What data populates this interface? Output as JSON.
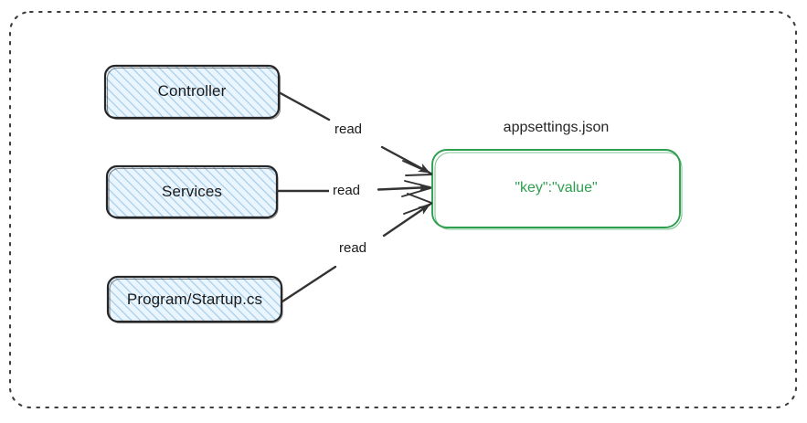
{
  "diagram": {
    "title": "",
    "container": {
      "border_style": "dotted",
      "border_color": "#3d3d3d"
    },
    "colors": {
      "source_fill": "#e9f4fd",
      "source_hatch": "#a8cfec",
      "source_stroke": "#262626",
      "target_stroke": "#2e9e4f",
      "target_text": "#2e9e4f",
      "target_fill": "#ffffff",
      "arrow": "#333333",
      "label_text": "#1a1a1a",
      "canvas": "#ffffff"
    },
    "source_nodes": [
      {
        "id": "controller",
        "label": "Controller"
      },
      {
        "id": "services",
        "label": "Services"
      },
      {
        "id": "program_startup",
        "label": "Program/Startup.cs"
      }
    ],
    "target_node": {
      "id": "appsettings",
      "caption": "appsettings.json",
      "body_text": "\"key\":\"value\""
    },
    "edges": [
      {
        "from": "controller",
        "to": "appsettings",
        "label": "read"
      },
      {
        "from": "services",
        "to": "appsettings",
        "label": "read"
      },
      {
        "from": "program_startup",
        "to": "appsettings",
        "label": "read"
      }
    ]
  }
}
